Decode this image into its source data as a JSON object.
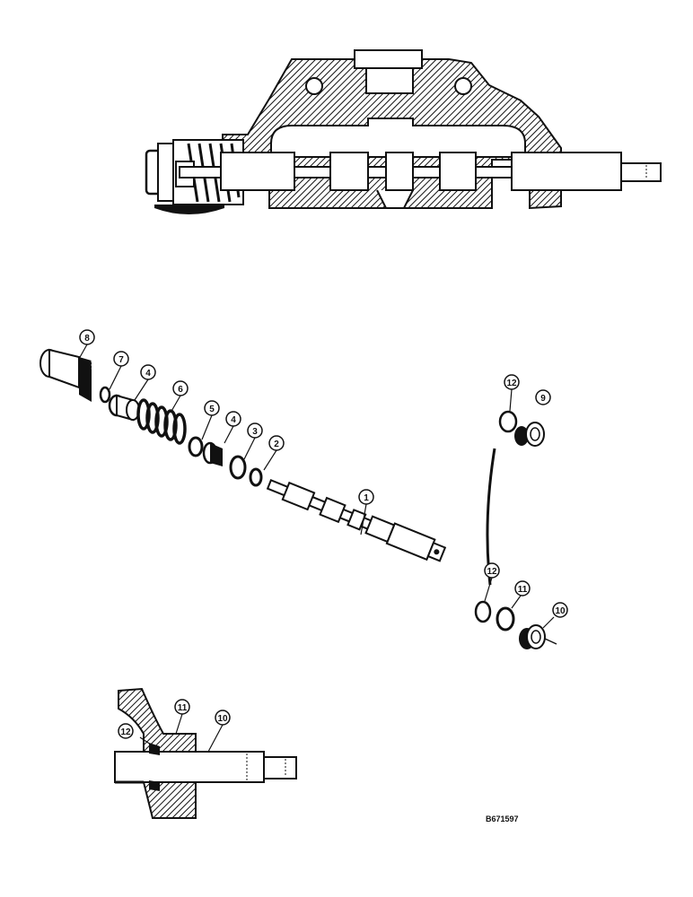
{
  "diagram": {
    "reference_code": "B671597",
    "exploded_view": {
      "callouts": [
        {
          "name": "callout-8",
          "label": "8"
        },
        {
          "name": "callout-7",
          "label": "7"
        },
        {
          "name": "callout-4a",
          "label": "4"
        },
        {
          "name": "callout-6",
          "label": "6"
        },
        {
          "name": "callout-5",
          "label": "5"
        },
        {
          "name": "callout-4b",
          "label": "4"
        },
        {
          "name": "callout-3",
          "label": "3"
        },
        {
          "name": "callout-2",
          "label": "2"
        },
        {
          "name": "callout-1",
          "label": "1"
        },
        {
          "name": "callout-12a",
          "label": "12"
        },
        {
          "name": "callout-9",
          "label": "9"
        },
        {
          "name": "callout-12b",
          "label": "12"
        },
        {
          "name": "callout-11a",
          "label": "11"
        },
        {
          "name": "callout-10a",
          "label": "10"
        }
      ]
    },
    "detail_view": {
      "callouts": [
        {
          "name": "callout-11b",
          "label": "11"
        },
        {
          "name": "callout-10b",
          "label": "10"
        },
        {
          "name": "callout-12c",
          "label": "12"
        }
      ]
    }
  }
}
